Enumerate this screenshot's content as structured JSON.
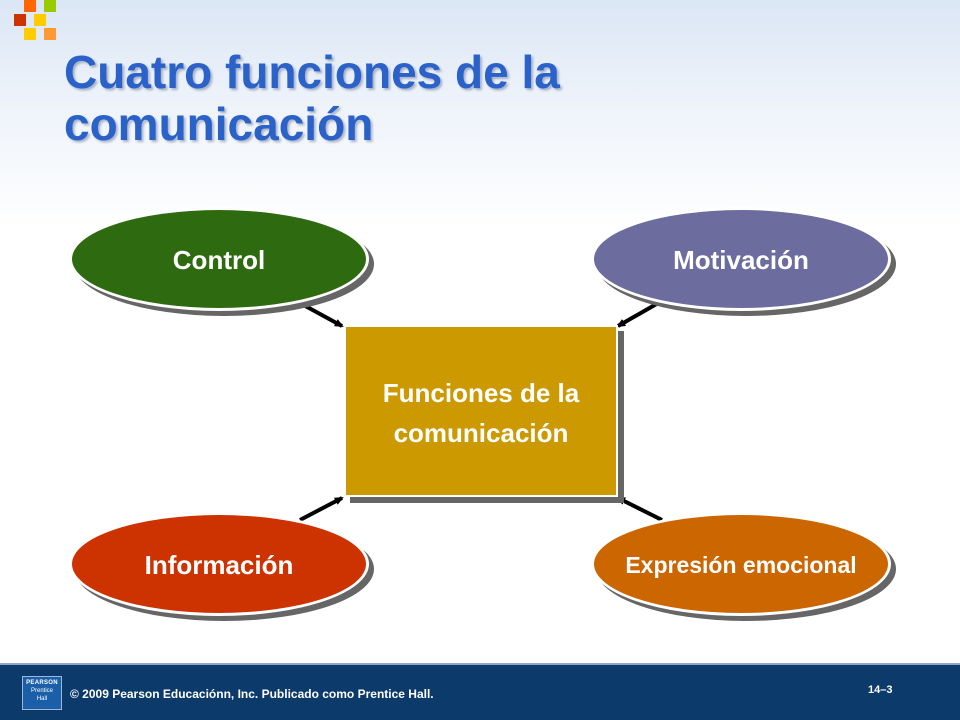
{
  "slide": {
    "title_line1": "Cuatro funciones de la",
    "title_line2": "comunicación"
  },
  "diagram": {
    "center": {
      "line1": "Funciones de la",
      "line2": "comunicación"
    },
    "nodes": [
      {
        "label": "Control",
        "color": "#2e6b10"
      },
      {
        "label": "Motivación",
        "color": "#6c6c9e"
      },
      {
        "label": "Información",
        "color": "#cc3300"
      },
      {
        "label": "Expresión emocional",
        "color": "#cc6600"
      }
    ],
    "center_color": "#cc9900",
    "label_color": "#ffffff",
    "center_label_color": "#ffffff"
  },
  "footer": {
    "logo_brand": "PEARSON",
    "logo_sub1": "Prentice",
    "logo_sub2": "Hall",
    "copyright": "© 2009 Pearson Educaciónn, Inc. Publicado como Prentice Hall.",
    "page": "14–3"
  },
  "colors": {
    "title": "#2a62c9",
    "footer_bg": "#0c3a6b",
    "squares": [
      "#ff6600",
      "#ffcc00",
      "#cc3300",
      "#99cc00"
    ]
  }
}
